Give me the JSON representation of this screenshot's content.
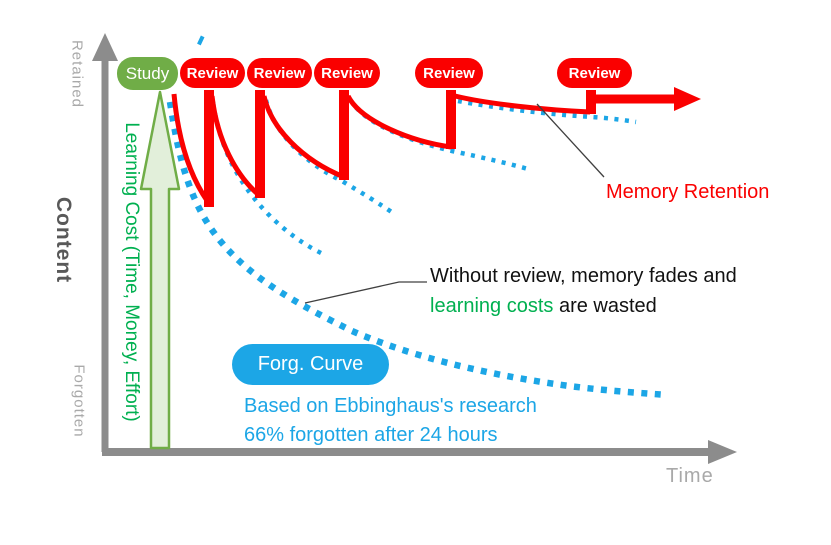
{
  "axis": {
    "y_top": "Retained",
    "y_title": "Content",
    "y_bottom": "Forgotten",
    "x_title": "Time"
  },
  "learning_cost_label": "Learning Cost (Time, Money, Effort)",
  "badges": {
    "study": "Study",
    "reviews": [
      "Review",
      "Review",
      "Review",
      "Review",
      "Review"
    ],
    "forgetting_curve": "Forg. Curve"
  },
  "annotations": {
    "memory_retention": "Memory Retention",
    "fade_line1": "Without review, memory fades and",
    "fade_highlight": "learning costs",
    "fade_line2_rest": " are wasted",
    "research_line1": "Based on Ebbinghaus's research",
    "research_line2": "66% forgotten after 24 hours"
  },
  "colors": {
    "retention_red": "#fa0000",
    "forgetting_blue": "#1ca6e6",
    "study_green": "#70ad47",
    "cost_text_green": "#00b050",
    "cost_arrow_fill": "#e2efda",
    "axis_gray": "#8c8c8c",
    "label_gray": "#a9a9a9",
    "content_gray": "#595959"
  }
}
